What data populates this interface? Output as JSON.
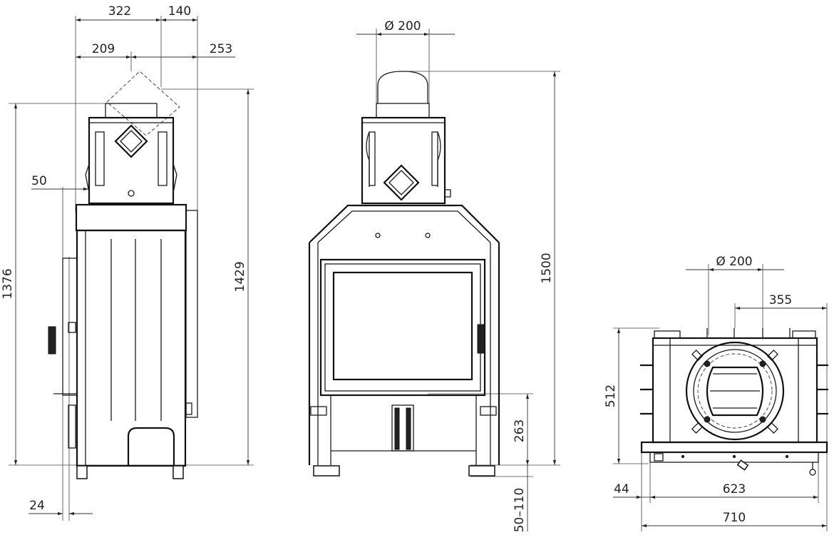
{
  "dimensions": {
    "side_view": {
      "top_width_1": "322",
      "top_width_2": "140",
      "flue_left": "209",
      "flue_right": "253",
      "height_total": "1376",
      "height_flue": "1429",
      "offset_top": "50",
      "offset_bottom": "24"
    },
    "front_view": {
      "flue_diameter": "Ø 200",
      "height_total": "1500",
      "base_height": "263",
      "feet_range": "50–110"
    },
    "top_view": {
      "flue_diameter": "Ø 200",
      "flue_offset": "355",
      "depth": "512",
      "edge": "44",
      "inner_width": "623",
      "outer_width": "710"
    }
  }
}
